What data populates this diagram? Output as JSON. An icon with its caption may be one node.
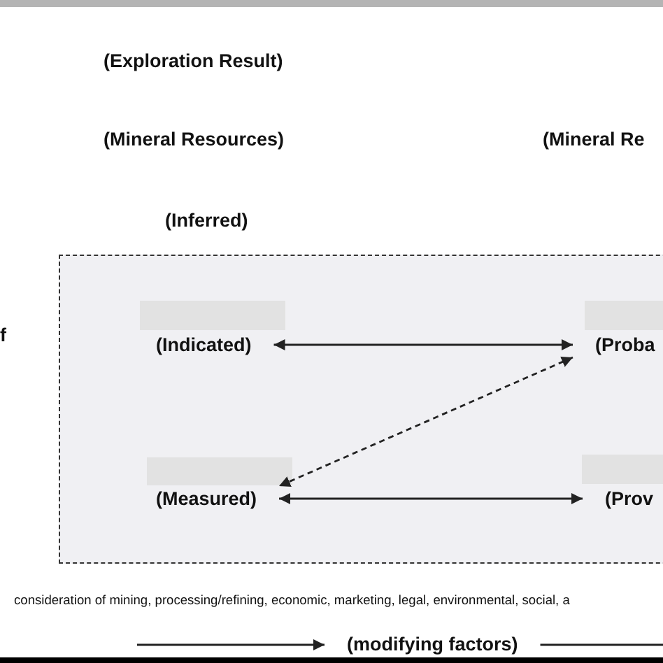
{
  "diagram": {
    "nodes": [
      {
        "text": [],
        "shape": "box"
      },
      {
        "text": [],
        "shape": "bar",
        "in": 0
      },
      {
        "text": [],
        "shape": "bar",
        "in": 0
      },
      {
        "text": [
          "(Indicated)"
        ],
        "in": 0
      },
      {
        "text": [
          "(Proba"
        ],
        "in": 0
      },
      {
        "text": [],
        "shape": "bar",
        "in": 0
      },
      {
        "text": [],
        "shape": "bar",
        "in": 0
      },
      {
        "text": [
          "(Measured)"
        ],
        "in": 0
      },
      {
        "text": [
          "(Prov"
        ],
        "in": 0
      },
      {
        "text": [
          "(modifying factors)"
        ]
      }
    ],
    "edges": [
      {
        "from": 3,
        "to": 4,
        "arrow": "both"
      },
      {
        "from": 4,
        "to": 7,
        "arrow": "both",
        "style": "dashed"
      },
      {
        "from": 7,
        "to": 8,
        "arrow": "both"
      },
      {
        "from": null,
        "to": 9,
        "arrow": "to"
      },
      {
        "from": 9,
        "to": null,
        "arrow": "none"
      }
    ],
    "labels": [
      "(Exploration Result)",
      "(Mineral Resources)",
      "(Mineral Re",
      "(Inferred)",
      "f",
      "consideration of mining, processing/refining, economic, marketing, legal, environmental, social, a"
    ]
  }
}
